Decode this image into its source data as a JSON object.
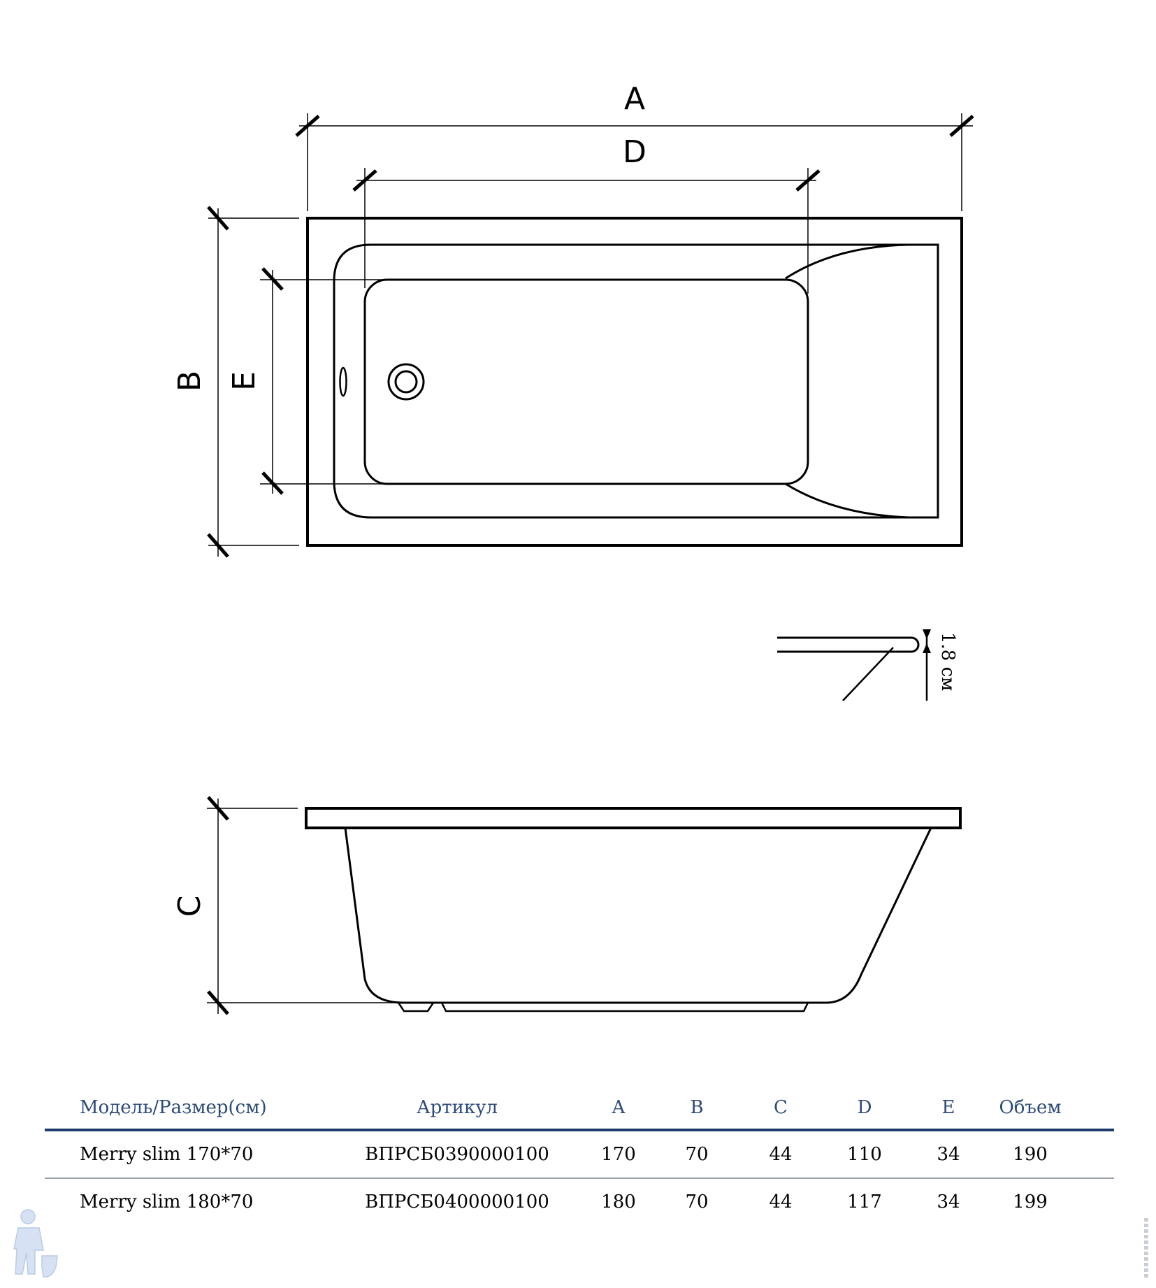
{
  "drawing": {
    "labels": {
      "a": "A",
      "b": "B",
      "c": "C",
      "d": "D",
      "e": "E",
      "rim_thickness": "1.8 см"
    }
  },
  "specs": {
    "headers": [
      "Модель/Размер(см)",
      "Артикул",
      "A",
      "B",
      "C",
      "D",
      "E",
      "Объем"
    ],
    "rows": [
      [
        "Merry slim 170*70",
        "ВПРСБ0390000100",
        "170",
        "70",
        "44",
        "110",
        "34",
        "190"
      ],
      [
        "Merry slim 180*70",
        "ВПРСБ0400000100",
        "180",
        "70",
        "44",
        "117",
        "34",
        "199"
      ]
    ]
  },
  "colors": {
    "header_text": "#2c4a7a",
    "header_rule": "#1e3b6b",
    "row_rule": "#9aa1ab",
    "line": "#000000"
  },
  "icons": {
    "logo": "plumber-figure-icon",
    "watermark": "vertical-watermark-text"
  }
}
